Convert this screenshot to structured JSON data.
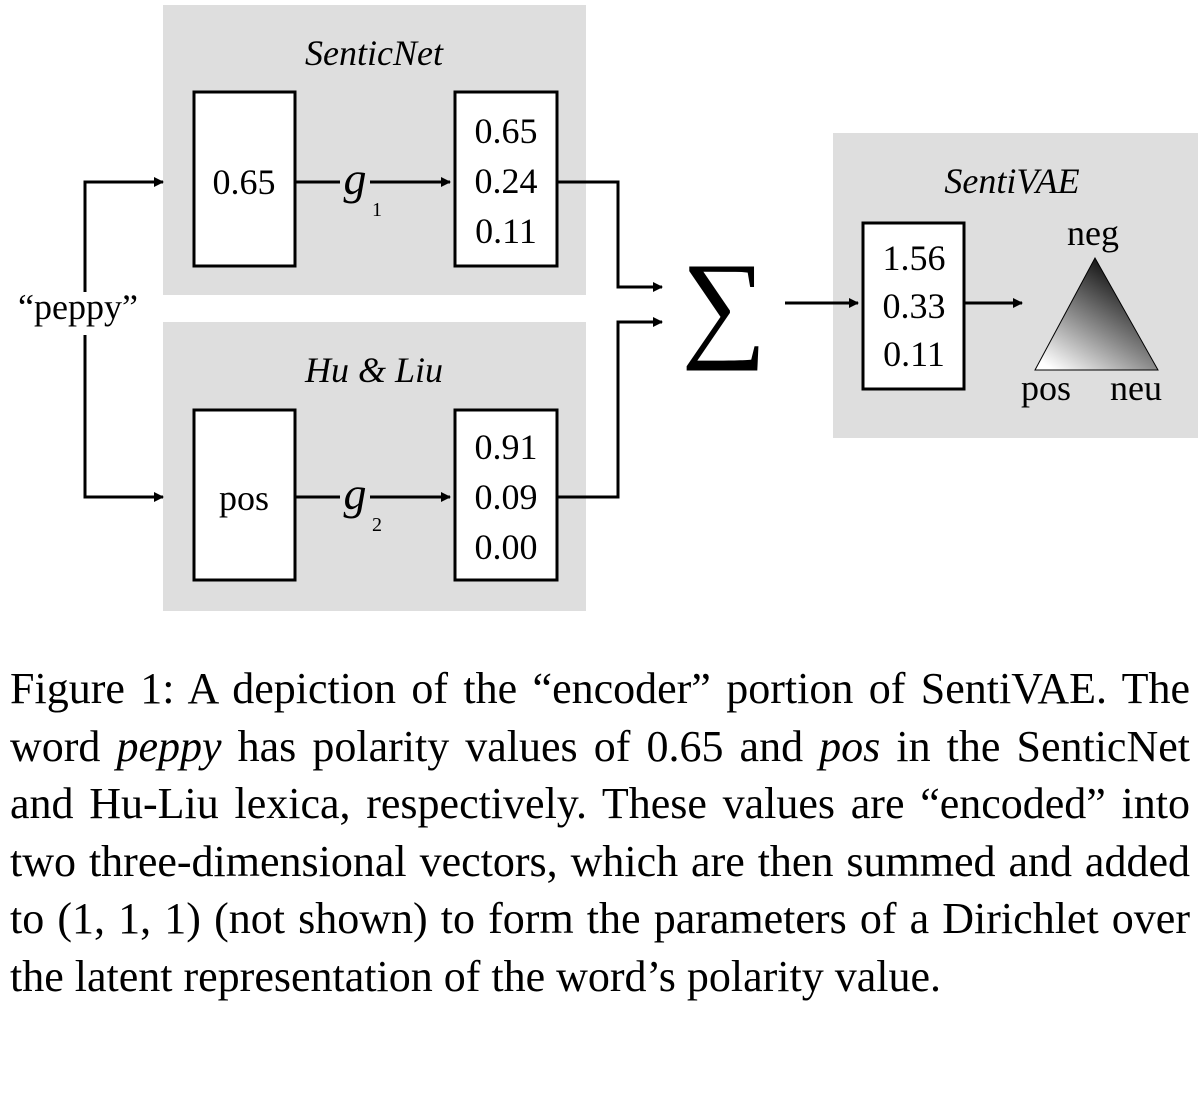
{
  "diagram": {
    "input_word": "“peppy”",
    "senticnet": {
      "title": "SenticNet",
      "input_value": "0.65",
      "function": "g",
      "function_subscript": "1",
      "vector": [
        "0.65",
        "0.24",
        "0.11"
      ]
    },
    "huliu": {
      "title": "Hu & Liu",
      "input_value": "pos",
      "function": "g",
      "function_subscript": "2",
      "vector": [
        "0.91",
        "0.09",
        "0.00"
      ]
    },
    "sum_symbol": "∑",
    "sentivae": {
      "title": "SentiVAE",
      "vector": [
        "1.56",
        "0.33",
        "0.11"
      ],
      "simplex_labels": {
        "top": "neg",
        "left": "pos",
        "right": "neu"
      }
    }
  },
  "caption": {
    "part1": "Figure 1: A depiction of the “encoder” portion of SentiVAE. The word ",
    "em1": "peppy",
    "part2": " has polarity values of 0.65 and ",
    "em2": "pos",
    "part3": " in the SenticNet and Hu-Liu lexica, respectively. These values are “encoded” into two three-dimensional vectors, which are then summed and added to (1, 1, 1) (not shown) to form the parameters of a Dirichlet over the latent representation of the word’s polarity value."
  }
}
